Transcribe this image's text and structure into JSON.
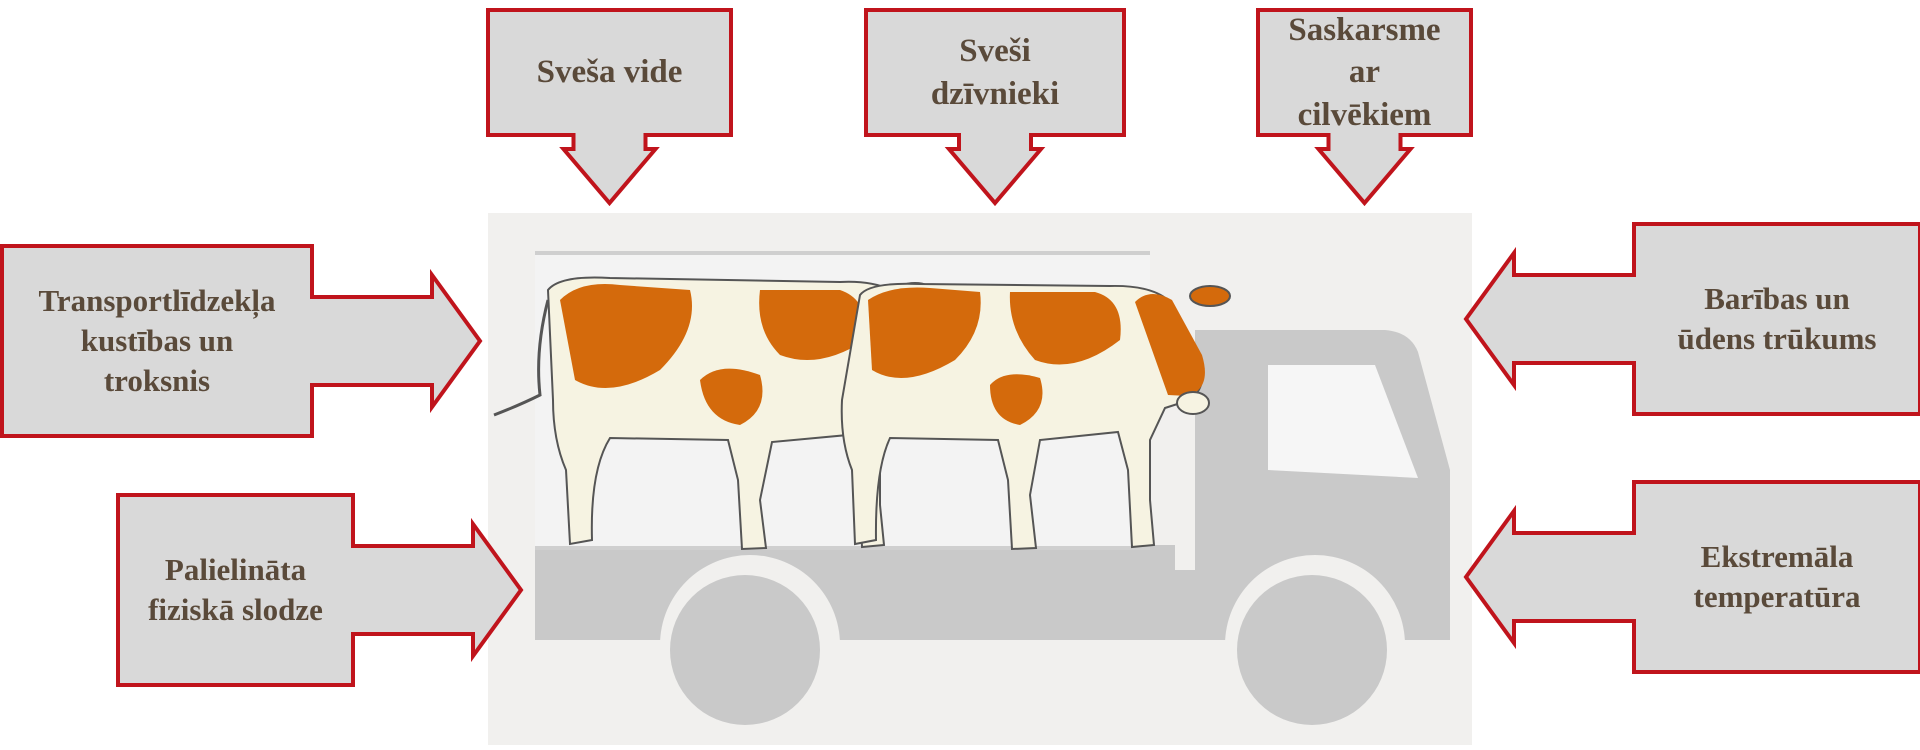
{
  "colors": {
    "box_fill": "#d9d9d9",
    "box_border": "#c0141c",
    "text": "#5a4a3a",
    "truck": "#c9c9c9",
    "truck_panel": "#f1f0ee",
    "cow_spots": "#d46a0c",
    "cow_body": "#f6f3e2"
  },
  "stressors": {
    "top": [
      {
        "text": "Sveša vide"
      },
      {
        "text": "Sveši\ndzīvnieki"
      },
      {
        "text": "Saskarsme\nar\ncilvēkiem"
      }
    ],
    "left": [
      {
        "text": "Transportlīdzekļa\nkustības un\ntroksnis"
      },
      {
        "text": "Palielināta\nfiziskā slodze"
      }
    ],
    "right": [
      {
        "text": "Barības un\nūdens trūkums"
      },
      {
        "text": "Ekstremāla\ntemperatūra"
      }
    ]
  },
  "illustration": {
    "subject": "two-cows-in-truck",
    "icons": [
      "truck-icon",
      "cow-icon",
      "cow-icon"
    ]
  }
}
